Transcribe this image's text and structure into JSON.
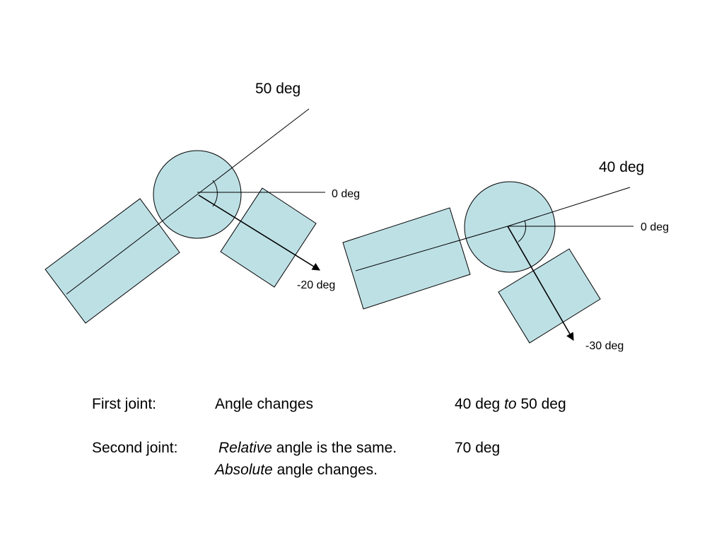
{
  "diagram": {
    "left": {
      "absolute_angle_label": "50 deg",
      "zero_label": "0 deg",
      "relative_angle_label": "-20 deg"
    },
    "right": {
      "absolute_angle_label": "40 deg",
      "zero_label": "0 deg",
      "relative_angle_label": "-30 deg"
    },
    "fill_color": "#bde0e5"
  },
  "table": {
    "row1": {
      "label": "First joint:",
      "desc": "Angle changes",
      "value_a": "40 deg",
      "value_to": "to",
      "value_b": "50 deg"
    },
    "row2": {
      "label": "Second joint:",
      "desc_em": "Relative",
      "desc_rest": " angle is the same.",
      "value": "70 deg"
    },
    "row3": {
      "desc_em": "Absolute",
      "desc_rest": " angle changes."
    }
  }
}
